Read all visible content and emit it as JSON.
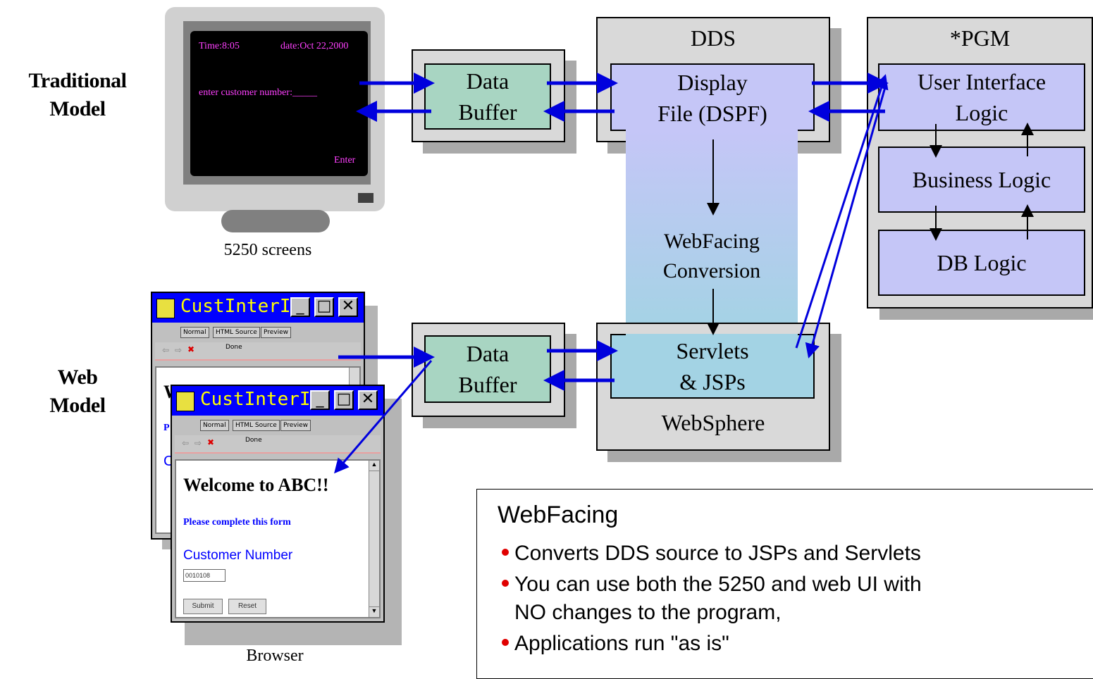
{
  "models": {
    "traditional": {
      "line1": "Traditional",
      "line2": "Model"
    },
    "web": {
      "line1": "Web",
      "line2": "Model"
    }
  },
  "terminal": {
    "time": "Time:8:05",
    "date": "date:Oct 22,2000",
    "prompt": "enter customer number:_____",
    "enter": "Enter",
    "caption": "5250 screens"
  },
  "traditional_buffer": {
    "line1": "Data",
    "line2": "Buffer"
  },
  "web_buffer": {
    "line1": "Data",
    "line2": "Buffer"
  },
  "dds": {
    "title": "DDS",
    "display_file_line1": "Display",
    "display_file_line2": "File (DSPF)"
  },
  "pgm": {
    "title": "*PGM",
    "ui_logic_line1": "User Interface",
    "ui_logic_line2": "Logic",
    "business_logic": "Business Logic",
    "db_logic": "DB Logic"
  },
  "conversion": {
    "line1": "WebFacing",
    "line2": "Conversion"
  },
  "websphere": {
    "servlets_line1": "Servlets",
    "servlets_line2": "& JSPs",
    "label": "WebSphere"
  },
  "browser": {
    "window_title": "CustInterI...",
    "tab_normal": "Normal",
    "tab_html": "HTML Source",
    "tab_preview": "Preview",
    "nav_status": "Done",
    "welcome": "Welcome to ABC!!",
    "form_prompt": "Please complete this form",
    "field_label": "Customer Number",
    "field_value": "0010108",
    "submit": "Submit",
    "reset": "Reset",
    "back_welcome_partial": "W",
    "back_prompt_partial": "P",
    "back_field_partial": "C",
    "caption": "Browser"
  },
  "webfacing": {
    "title": "WebFacing",
    "bullets": [
      "Converts DDS source to JSPs and Servlets",
      "You can use both the 5250 and web UI with",
      "NO changes to the program,",
      "Applications run \"as is\""
    ]
  },
  "colors": {
    "arrow": "#0000dd",
    "green_box": "#a8d5c2",
    "lavender_box": "#c5c6f7",
    "servlet_box": "#a3d3e4",
    "terminal_text": "#ff40ff"
  }
}
